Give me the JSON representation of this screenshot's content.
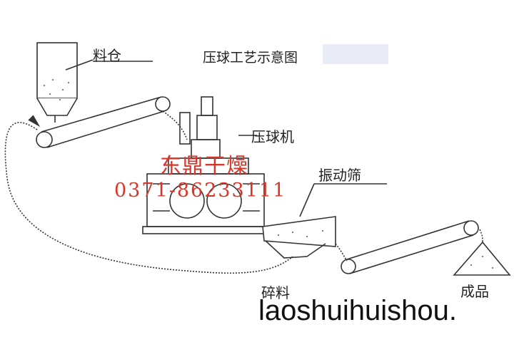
{
  "title": "压球工艺示意图",
  "labels": {
    "hopper": "料仓",
    "press": "压球机",
    "screen": "振动筛",
    "crushed": "碎料",
    "product": "成品"
  },
  "watermark": {
    "company": "东鼎干燥",
    "phone": "0371-86233111",
    "color": "#d8362a"
  },
  "site_text": "laoshuihuishou.",
  "icons": [
    "hopper-icon",
    "conveyor-belt-icon",
    "roller-press-icon",
    "vibrating-screen-icon",
    "product-pile-icon"
  ]
}
